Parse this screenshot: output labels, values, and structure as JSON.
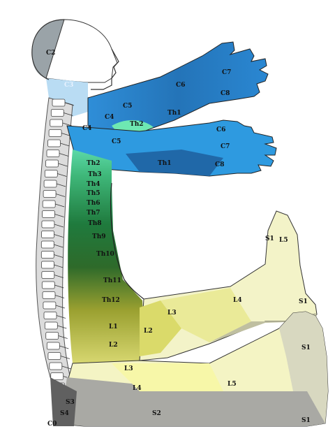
{
  "labels": {
    "c2": "C2",
    "c3": "C3",
    "c4_arm": "C4",
    "c4_chest": "C4",
    "c5_arm": "C5",
    "c5_chest": "C5",
    "c6_up": "C6",
    "c7_up": "C7",
    "c8_up": "C8",
    "c6_low": "C6",
    "c7_low": "C7",
    "c8_low": "C8",
    "th1_up": "Th1",
    "th1_low": "Th1",
    "th2_arm": "Th2",
    "th2": "Th2",
    "th3": "Th3",
    "th4": "Th4",
    "th5": "Th5",
    "th6": "Th6",
    "th7": "Th7",
    "th8": "Th8",
    "th9": "Th9",
    "th10": "Th10",
    "th11": "Th11",
    "th12": "Th12",
    "l1": "L1",
    "l2_back": "L2",
    "l2_thigh": "L2",
    "l3_thigh": "L3",
    "l3_low": "L3",
    "l4_up": "L4",
    "l4_low": "L4",
    "l5_up": "L5",
    "l5_low": "L5",
    "s1_toe": "S1",
    "s1_heel": "S1",
    "s1_foot": "S1",
    "s1_sole": "S1",
    "s2": "S2",
    "s3": "S3",
    "s4": "S4",
    "c0": "C0"
  }
}
